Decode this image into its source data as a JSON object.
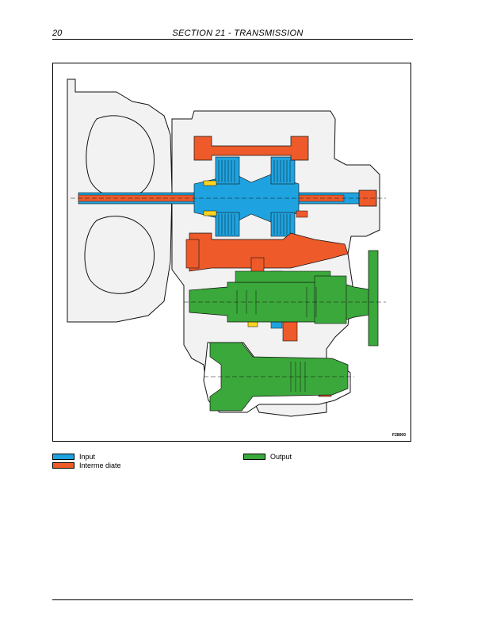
{
  "header": {
    "page_number": "20",
    "section_title": "SECTION 21 - TRANSMISSION"
  },
  "figure": {
    "code": "F28000",
    "colors": {
      "input": "#1fa3e0",
      "intermediate": "#ee5a2a",
      "output": "#3aa83a",
      "yellow": "#ffd41f",
      "housing": "#f2f2f2",
      "line": "#111111"
    }
  },
  "legend": {
    "items": [
      {
        "label": "Input",
        "color": "#1fa3e0"
      },
      {
        "label": "Interme diate",
        "color": "#ee5a2a"
      },
      {
        "label": "Output",
        "color": "#3aa83a"
      }
    ]
  }
}
